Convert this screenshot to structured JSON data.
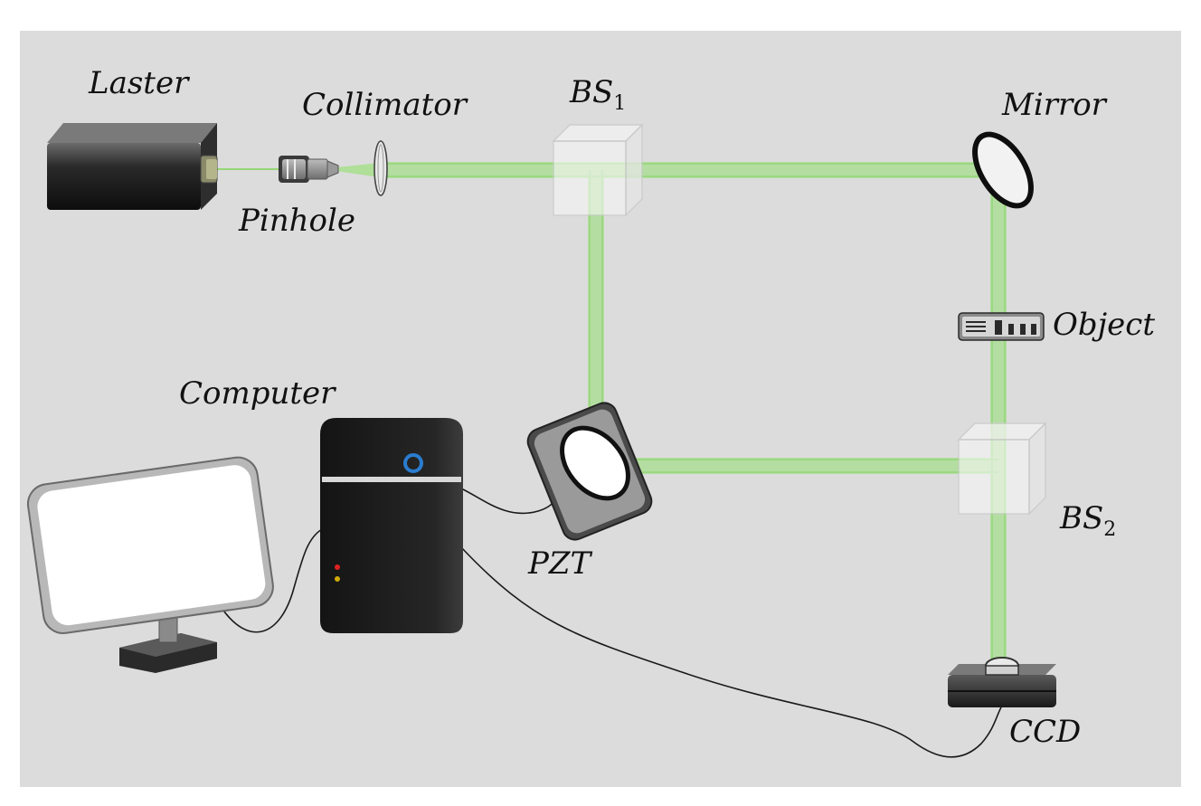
{
  "labels": {
    "laser": "Laster",
    "collimator": "Collimator",
    "pinhole": "Pinhole",
    "bs1": "BS",
    "bs1_sub": "1",
    "mirror": "Mirror",
    "object": "Object",
    "computer": "Computer",
    "pzt": "PZT",
    "bs2": "BS",
    "bs2_sub": "2",
    "ccd": "CCD"
  },
  "colors": {
    "background_panel": "#dcdcdc",
    "beam": "#9be07a",
    "device_dark": "#1e1e1e",
    "monitor_screen": "#ffffff"
  }
}
